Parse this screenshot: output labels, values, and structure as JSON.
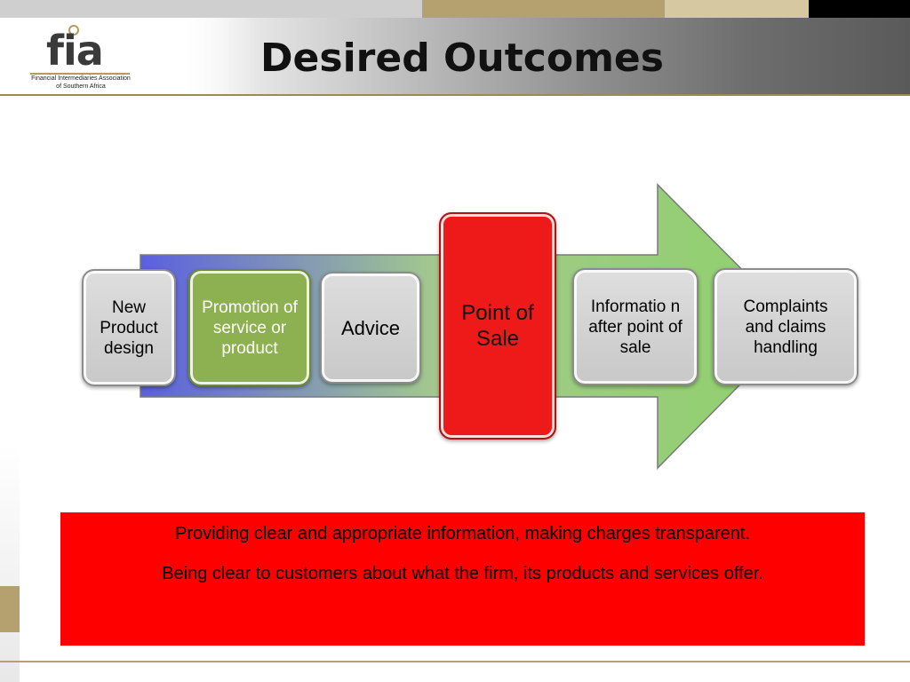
{
  "slide": {
    "title": "Desired Outcomes",
    "logo": {
      "mark": "fia",
      "subtitle_line1": "Financial Intermediaries Association",
      "subtitle_line2": "of Southern Africa"
    }
  },
  "process": {
    "steps": [
      {
        "label": "New Product design",
        "style": "gray"
      },
      {
        "label": "Promotion of service or product",
        "style": "green"
      },
      {
        "label": "Advice",
        "style": "gray"
      },
      {
        "label": "Point of Sale",
        "style": "red"
      },
      {
        "label": "Informatio n after point of sale",
        "style": "gray"
      },
      {
        "label": "Complaints and claims handling",
        "style": "gray"
      }
    ],
    "colors": {
      "arrow_start": "#5b5fe0",
      "arrow_mid": "#a3c98e",
      "arrow_end": "#8fd16a",
      "highlight_red": "#ee1a1a",
      "highlight_green": "#8db050"
    }
  },
  "info_box": {
    "line1": "Providing clear and appropriate information, making charges transparent.",
    "line2": "Being clear to customers about what the firm, its products and services offer.",
    "color": "#fe0000"
  }
}
